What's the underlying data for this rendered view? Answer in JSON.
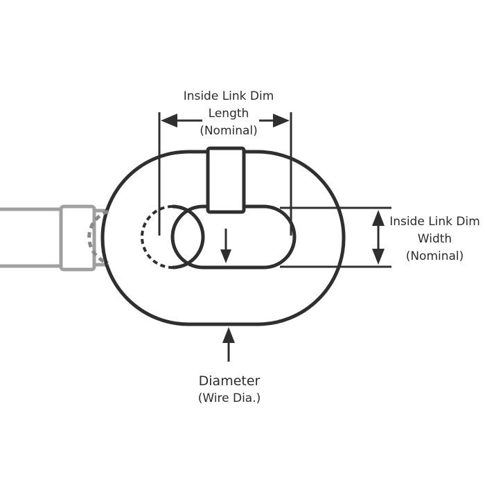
{
  "labels": {
    "inside_length": {
      "line1": "Inside Link Dim",
      "line2": "Length",
      "line3": "(Nominal)"
    },
    "inside_width": {
      "line1": "Inside Link Dim",
      "line2": "Width",
      "line3": "(Nominal)"
    },
    "diameter": {
      "line1": "Diameter",
      "line2": "(Wire Dia.)"
    }
  },
  "colors": {
    "outline": "#2f2f2f",
    "faded": "#9a9a9a",
    "text": "#2b2b2b"
  }
}
